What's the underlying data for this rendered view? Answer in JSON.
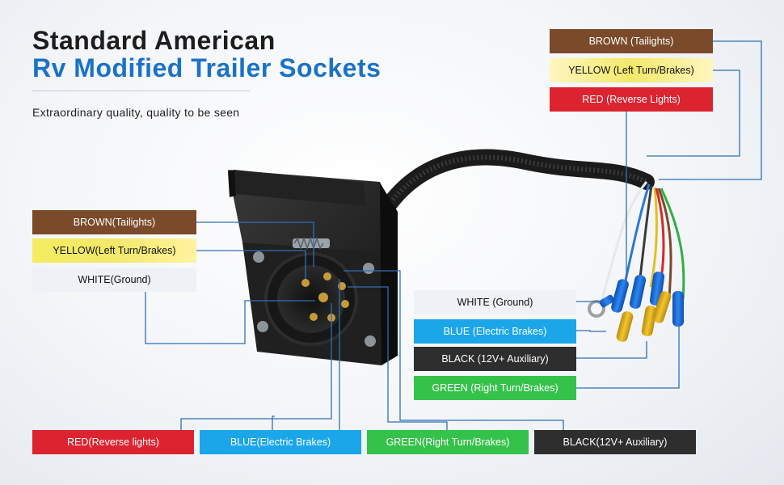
{
  "title_line1": "Standard American",
  "title_line2": "Rv Modified Trailer Sockets",
  "subtitle": "Extraordinary quality, quality to be seen",
  "colors": {
    "title_blue": "#1a72c8",
    "brown": "#7a4a2a",
    "yellow": "#f2e86a",
    "red": "#dc2430",
    "white": "#eef1f6",
    "blue": "#1aa6e8",
    "black": "#2e2e2e",
    "green": "#35c24a",
    "leader_line": "#2f6fb5"
  },
  "labels_top_right": {
    "brown": "BROWN (Tailights)",
    "yellow": "YELLOW (Left Turn/Brakes)",
    "red": "RED (Reverse Lights)"
  },
  "labels_left": {
    "brown": "BROWN(Tailights)",
    "yellow": "YELLOW(Left Turn/Brakes)",
    "white": "WHITE(Ground)"
  },
  "labels_right_mid": {
    "white": "WHITE (Ground)",
    "blue": "BLUE (Electric Brakes)",
    "black": "BLACK (12V+ Auxiliary)",
    "green": "GREEN (Right Turn/Brakes)"
  },
  "labels_bottom": {
    "red": "RED(Reverse lights)",
    "blue": "BLUE(Electric Brakes)",
    "green": "GREEN(Right Turn/Brakes)",
    "black": "BLACK(12V+ Auxiliary)"
  }
}
